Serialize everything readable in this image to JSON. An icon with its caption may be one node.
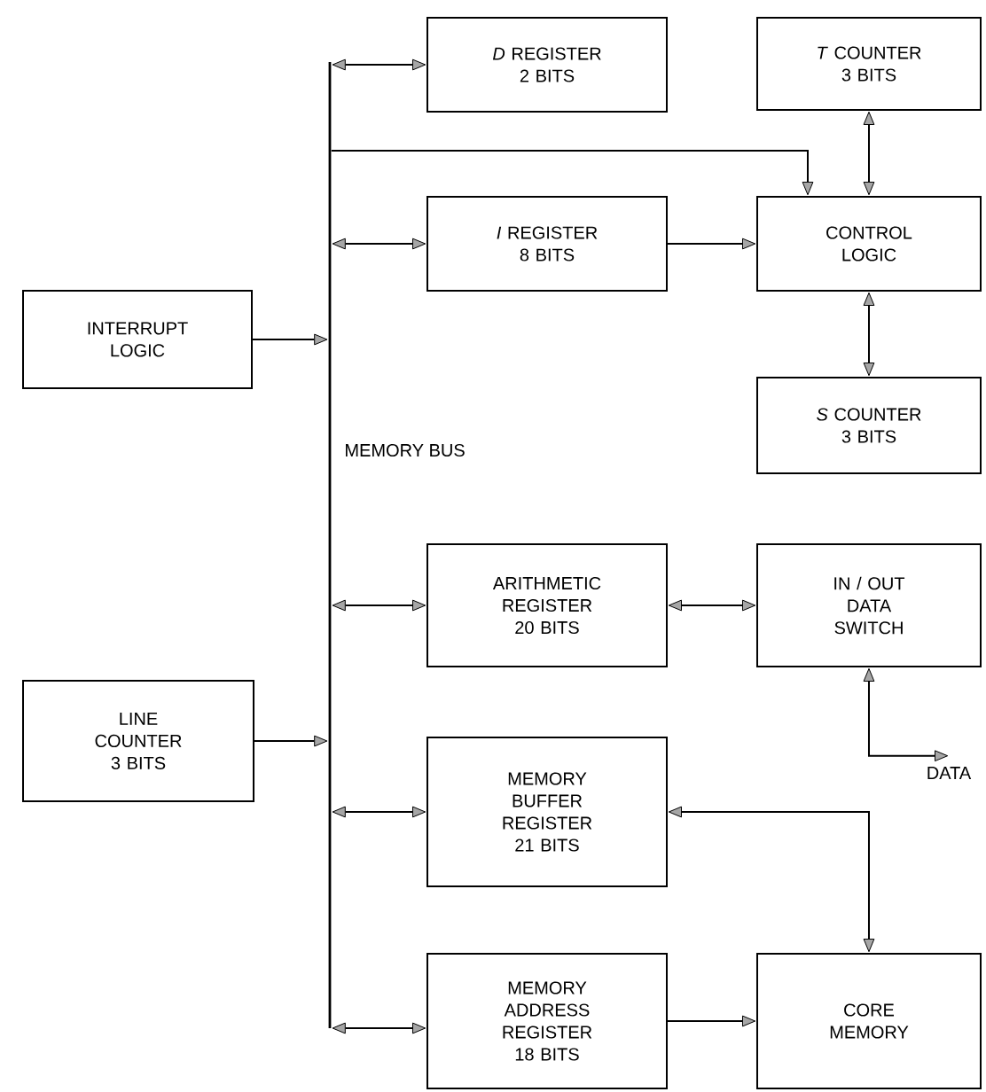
{
  "diagram": {
    "nodes": [
      {
        "text": [
          "*D* REGISTER 2 BITS"
        ]
      },
      {
        "text": [
          "*T* COUNTER 3 BITS"
        ]
      },
      {
        "text": [],
        "shape": "bar",
        "beside": [
          "MEMORY BUS"
        ]
      },
      {
        "text": [
          "*I* REGISTER 8 BITS"
        ]
      },
      {
        "text": [
          "CONTROL LOGIC"
        ]
      },
      {
        "text": [
          "INTERRUPT LOGIC"
        ]
      },
      {
        "text": [
          "*S* COUNTER 3 BITS"
        ]
      },
      {
        "text": [
          "ARITHMETIC REGISTER 20 BITS"
        ]
      },
      {
        "text": [
          "IN / OUT DATA SWITCH"
        ]
      },
      {
        "text": [
          "LINE COUNTER 3 BITS"
        ]
      },
      {
        "text": [
          "DATA"
        ]
      },
      {
        "text": [
          "MEMORY BUFFER REGISTER 21 BITS"
        ]
      },
      {
        "text": [
          "MEMORY ADDRESS REGISTER 18 BITS"
        ]
      },
      {
        "text": [
          "CORE MEMORY"
        ]
      }
    ],
    "edges": [
      {
        "from": 2,
        "to": 0,
        "arrow": "both"
      },
      {
        "from": 2,
        "to": 4,
        "arrow": "to"
      },
      {
        "from": 1,
        "to": 4,
        "arrow": "both"
      },
      {
        "from": 2,
        "to": 3,
        "arrow": "both"
      },
      {
        "from": 3,
        "to": 4,
        "arrow": "to"
      },
      {
        "from": 5,
        "to": 2,
        "arrow": "to"
      },
      {
        "from": 4,
        "to": 6,
        "arrow": "both"
      },
      {
        "from": 2,
        "to": 7,
        "arrow": "both"
      },
      {
        "from": 7,
        "to": 8,
        "arrow": "both"
      },
      {
        "from": 8,
        "to": 10,
        "arrow": "both"
      },
      {
        "from": 9,
        "to": 2,
        "arrow": "to"
      },
      {
        "from": 2,
        "to": 11,
        "arrow": "both"
      },
      {
        "from": 11,
        "to": 13,
        "arrow": "both"
      },
      {
        "from": 2,
        "to": 12,
        "arrow": "both"
      },
      {
        "from": 12,
        "to": 13,
        "arrow": "to"
      }
    ]
  }
}
